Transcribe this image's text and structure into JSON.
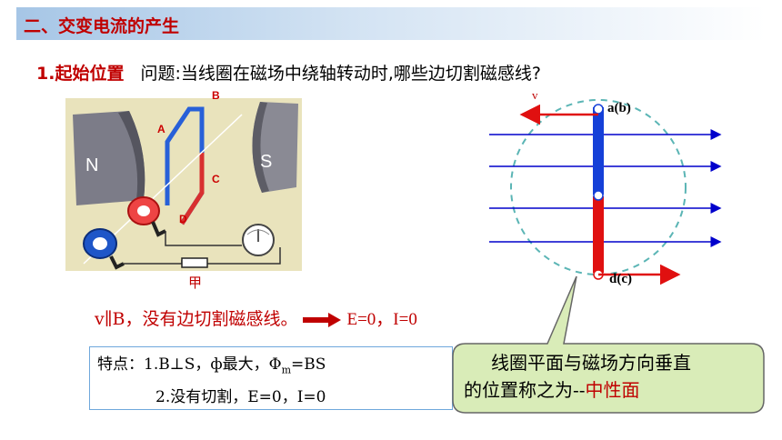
{
  "title": "二、交变电流的产生",
  "question": {
    "number": "1.起始位置",
    "text": "问题:当线圈在磁场中绕轴转动时,哪些边切割磁感线?"
  },
  "figure_jia": {
    "label": "甲",
    "pole_n": "N",
    "pole_s": "S",
    "edge_labels": {
      "a": "A",
      "b": "B",
      "c": "C",
      "d": "D"
    }
  },
  "diagram": {
    "v_label": "v",
    "top_label": "a(b)",
    "bottom_label": "d(c)"
  },
  "result": {
    "condition": "v∥B，没有边切割磁感线。",
    "equations": "E=0，I=0"
  },
  "features": {
    "line1": "特点：1.B⊥S，ф最大，Φm=BS",
    "line1_main": "特点：1.B⊥S，ф最大，Φ",
    "line1_sub": "m",
    "line1_tail": "=BS",
    "line2": "2.没有切割，E=0，I=0"
  },
  "callout": {
    "line1": "线圈平面与磁场方向垂直",
    "line2_prefix": "的位置称之为--",
    "line2_highlight": "中性面"
  },
  "colors": {
    "title_text": "#c00000",
    "accent_red": "#c00000",
    "field_lines": "#0000cc",
    "coil_blue": "#1540d8",
    "coil_red": "#e01010",
    "circle": "#5bb5b5",
    "callout_fill": "#d9ecb8"
  }
}
